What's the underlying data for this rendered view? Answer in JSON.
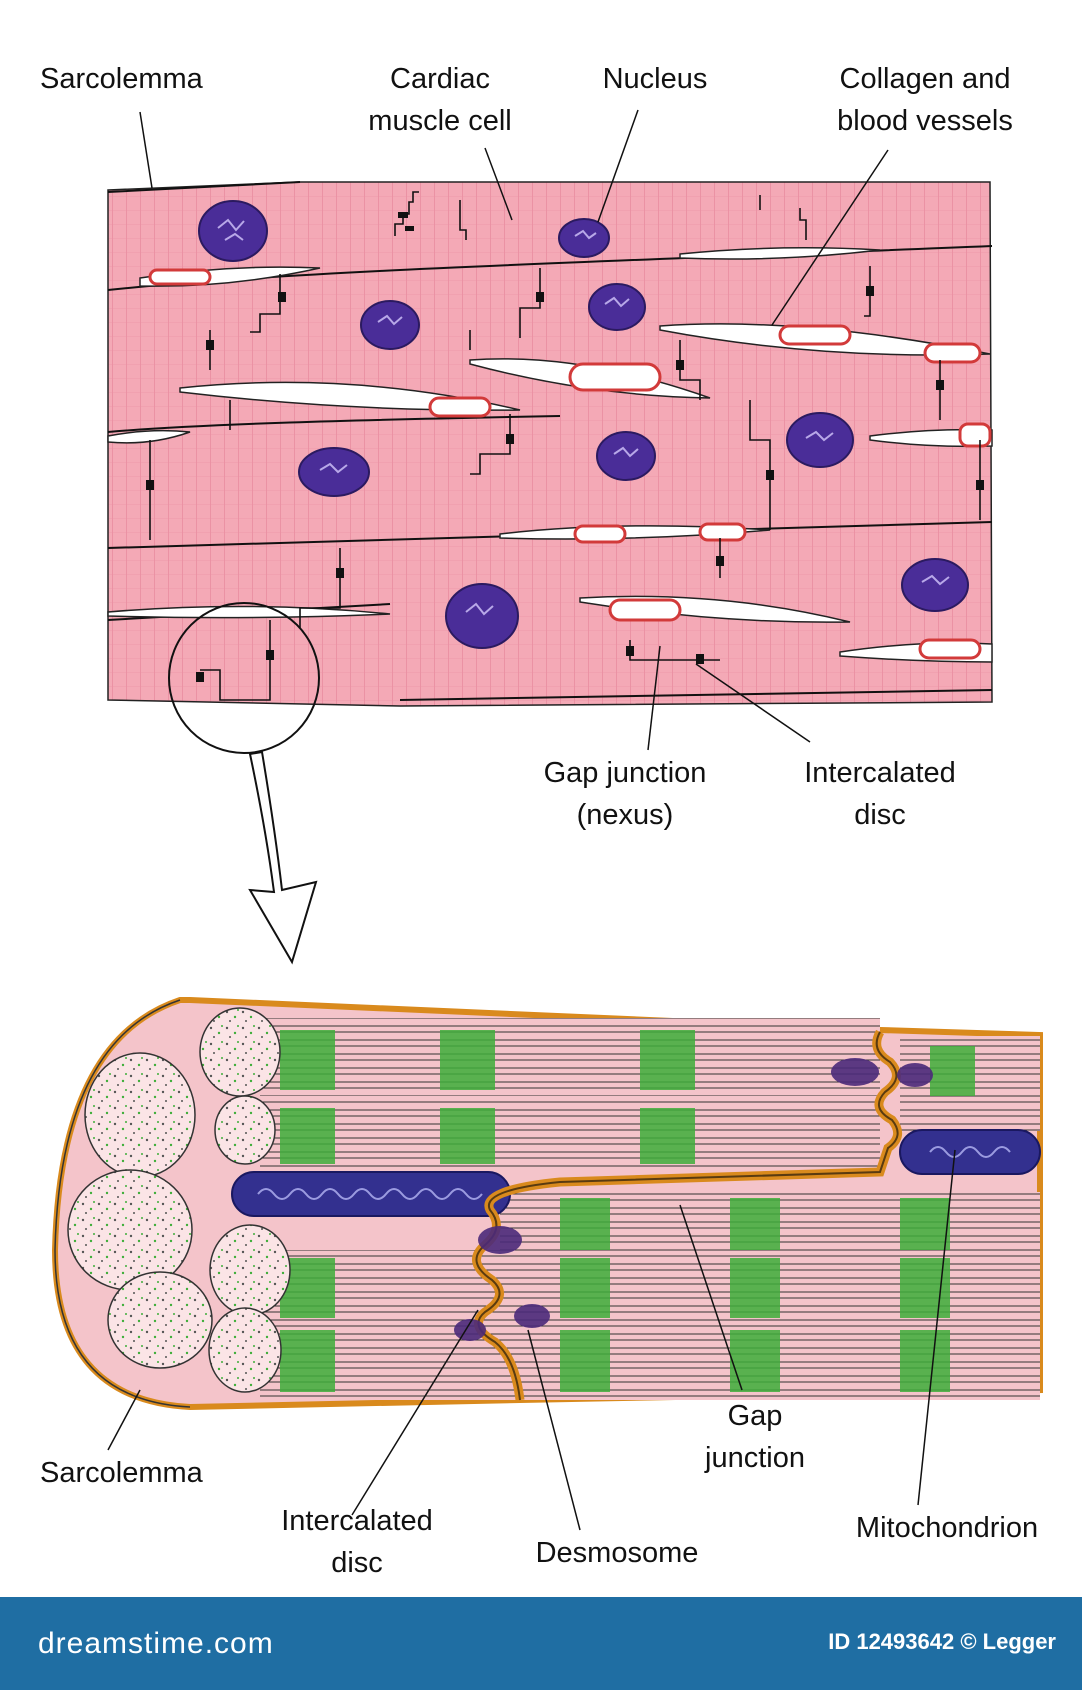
{
  "top_labels": {
    "sarcolemma": "Sarcolemma",
    "cardiac_cell": "Cardiac\nmuscle cell",
    "nucleus": "Nucleus",
    "collagen": "Collagen and\nblood vessels",
    "gap_junction": "Gap junction\n(nexus)",
    "intercalated_disc": "Intercalated\ndisc"
  },
  "bottom_labels": {
    "sarcolemma": "Sarcolemma",
    "intercalated_disc": "Intercalated\ndisc",
    "desmosome": "Desmosome",
    "gap_junction": "Gap\njunction",
    "mitochondrion": "Mitochondrion"
  },
  "footer": {
    "brand": "dreamstime.com",
    "credit": "ID 12493642 © Legger"
  },
  "colors": {
    "muscle_pink": "#f4a9b6",
    "nucleus_purple": "#4a2d98",
    "myofibril_green": "#3fae3a",
    "sarcolemma_orange": "#d98a1d",
    "footer_blue": "#1f6ea3"
  }
}
